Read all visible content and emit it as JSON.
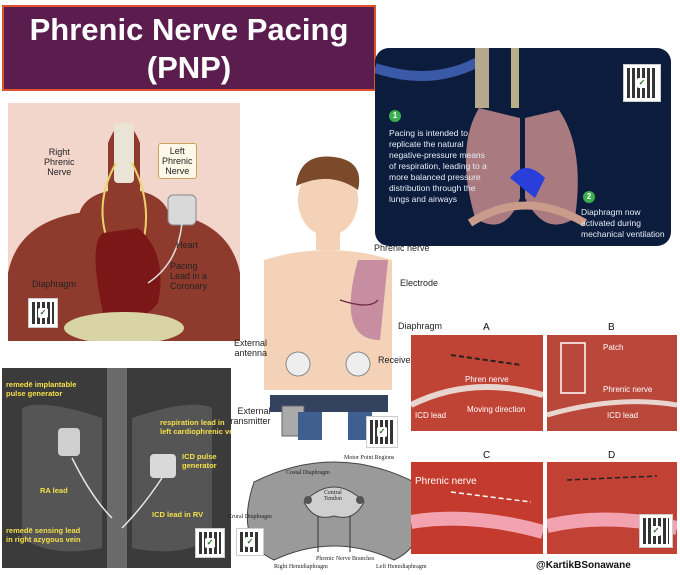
{
  "title": {
    "line1": "Phrenic Nerve Pacing",
    "line2": "(PNP)"
  },
  "panel_torso": {
    "right_phrenic": "Right\nPhrenic\nNerve",
    "left_phrenic": "Left\nPhrenic\nNerve",
    "heart": "Heart",
    "pacing_lead": "Pacing\nLead in a\nCoronary",
    "diaphragm": "Diaphragm"
  },
  "panel_lungs": {
    "step1_num": "1",
    "step1_text": "Pacing is intended to replicate the natural negative-pressure means of respiration, leading to a more balanced pressure distribution through the lungs and airways",
    "step2_num": "2",
    "step2_text": "Diaphragm now activated during mechanical ventilation"
  },
  "panel_child": {
    "phrenic_nerve": "Phrenic nerve",
    "electrode": "Electrode",
    "diaphragm": "Diaphragm",
    "external_antenna": "External\nantenna",
    "receiver": "Receiver",
    "external_transmitter": "External\ntransmitter"
  },
  "panel_xray": {
    "pulse_generator": "remedē implantable\npulse generator",
    "respiration_lead": "respiration lead in\nleft cardiophrenic vein",
    "icd_generator": "ICD pulse\ngenerator",
    "ra_lead": "RA lead",
    "icd_lead": "ICD  lead in RV",
    "sensing_lead": "remedē sensing lead\nin right azygous vein"
  },
  "panel_diaphragm": {
    "costal": "Costal Diaphragm",
    "motor_points": "Motor Point Regions",
    "central_tendon": "Central\nTendon",
    "crural": "Crural Diaphragm",
    "branches": "Phrenic Nerve Branches",
    "right_hemi": "Right Hemidiaphragm",
    "left_hemi": "Left Hemidiaphragm"
  },
  "panel_surgery": {
    "labels": [
      "A",
      "B",
      "C",
      "D"
    ],
    "a_phrenic": "Phren nerve",
    "a_icd": "ICD lead",
    "a_moving": "Moving direction",
    "b_patch": "Patch",
    "b_phrenic": "Phrenic nerve",
    "b_icd": "ICD lead",
    "c_phrenic": "Phrenic nerve"
  },
  "watermark": "@KartikBSonawane",
  "colors": {
    "title_bg": "#5a1d4e",
    "title_border": "#e0532a",
    "xray_text": "#f4e04a",
    "lungs_bg": "#0b1c3c",
    "step_dot": "#3cae4e"
  }
}
